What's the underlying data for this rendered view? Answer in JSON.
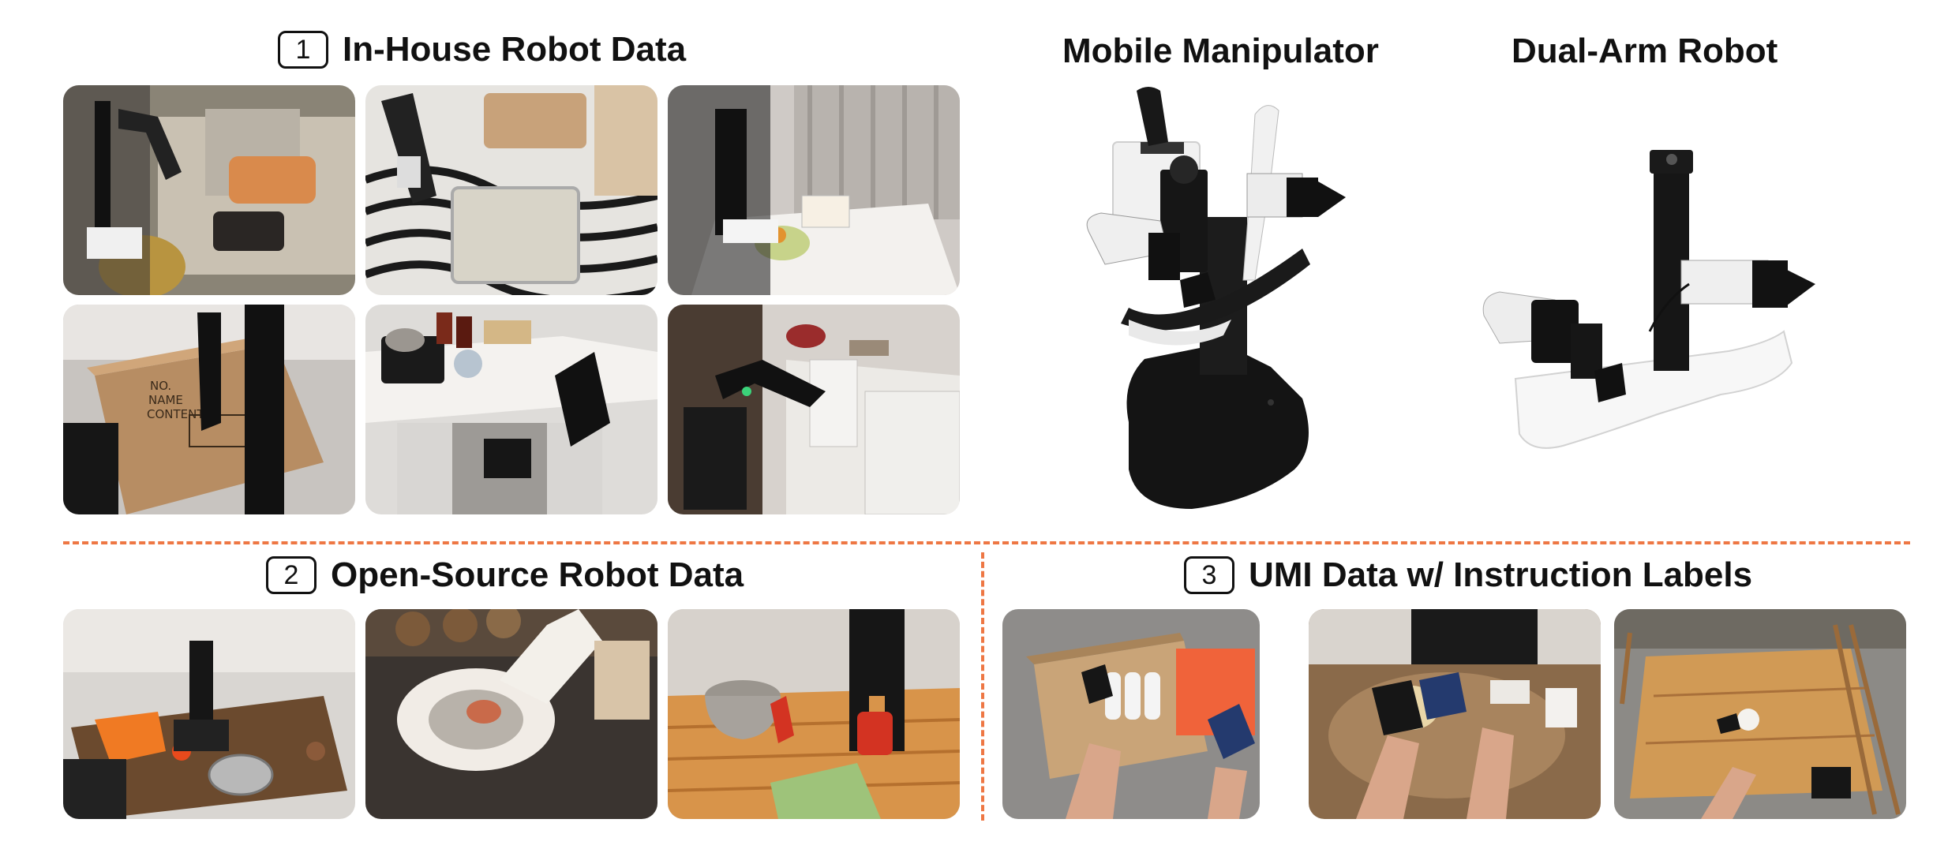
{
  "sections": {
    "in_house": {
      "number": "1",
      "title": "In-House Robot Data"
    },
    "open_source": {
      "number": "2",
      "title": "Open-Source Robot Data"
    },
    "umi": {
      "number": "3",
      "title": "UMI Data w/ Instruction Labels"
    }
  },
  "robots": {
    "mobile": {
      "title": "Mobile Manipulator"
    },
    "dual_arm": {
      "title": "Dual-Arm Robot"
    }
  },
  "box_label": {
    "line1": "NO.",
    "line2": "NAME",
    "line3": "CONTENTS"
  },
  "colors": {
    "divider": "#ee7744",
    "robot_body": "#111111",
    "robot_white": "#f2f2f2"
  }
}
